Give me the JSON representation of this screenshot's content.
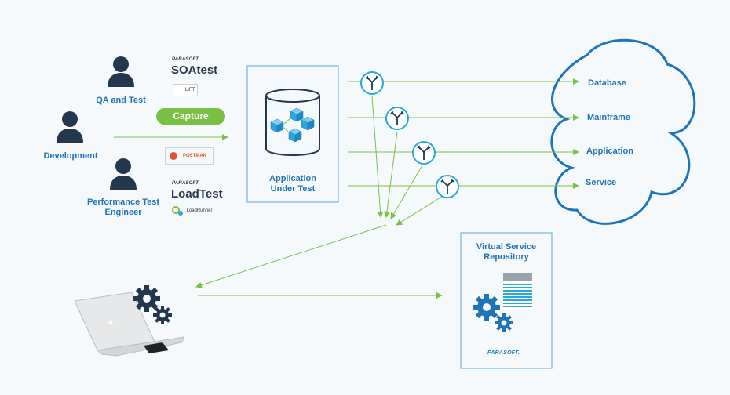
{
  "roles": {
    "qa": "QA and Test",
    "development": "Development",
    "performance": "Performance Test\nEngineer"
  },
  "tools": {
    "soatest_brand": "PARASOFT.",
    "soatest": "SOAtest",
    "lift": "LIFT",
    "capture": "Capture",
    "postman": "POSTMAN",
    "loadtest_brand": "PARASOFT.",
    "loadtest": "LoadTest",
    "loadrunner": "LoadRunner"
  },
  "aut": {
    "label": "Application\nUnder Test"
  },
  "cloud": {
    "items": [
      "Database",
      "Mainframe",
      "Application",
      "Service"
    ]
  },
  "repository": {
    "label": "Virtual Service\nRepository",
    "brand": "PARASOFT."
  },
  "colors": {
    "accent_blue": "#1f73b7",
    "arrow_green": "#7ac143",
    "person_navy": "#23374f",
    "cube_blue": "#29a8e0"
  }
}
